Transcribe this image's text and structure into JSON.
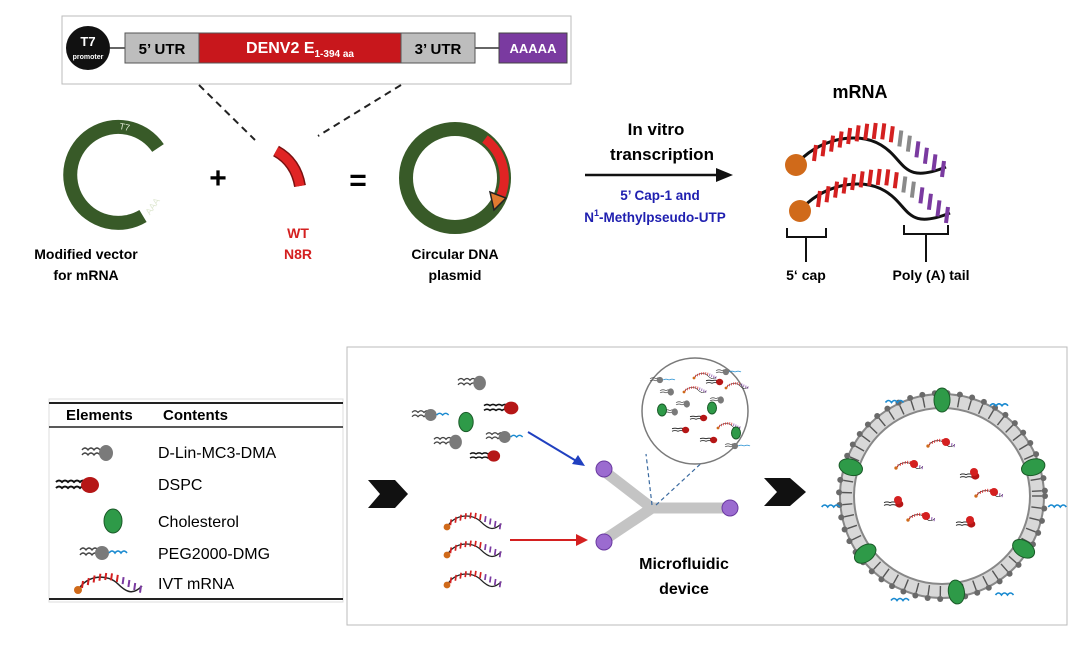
{
  "construct": {
    "promoter_top": "T7",
    "promoter_bottom": "promoter",
    "utr5": "5’ UTR",
    "gene_main": "DENV2 E",
    "gene_sub": "1-394 aa",
    "utr3": "3’ UTR",
    "polya": "AAAAA"
  },
  "vector": {
    "arc_top_label": "T7",
    "arc_side_label": "AAA",
    "caption_line1": "Modified vector",
    "caption_line2": "for mRNA"
  },
  "operators": {
    "plus": "+",
    "equals": "="
  },
  "insert": {
    "line1": "WT",
    "line2": "N8R",
    "color": "#d42020"
  },
  "plasmid": {
    "caption_line1": "Circular DNA",
    "caption_line2": "plasmid"
  },
  "ivt": {
    "line1": "In vitro",
    "line2": "transcription",
    "sub1": "5’ Cap-1 and",
    "sub2_prefix": "N",
    "sub2_sup": "1",
    "sub2_rest": "-Methylpseudo-UTP",
    "sub_color": "#2020b0"
  },
  "mrna": {
    "title": "mRNA",
    "cap_label": "5‘ cap",
    "tail_label": "Poly (A) tail"
  },
  "legend": {
    "header_col1": "Elements",
    "header_col2": "Contents",
    "items": [
      "D-Lin-MC3-DMA",
      "DSPC",
      "Cholesterol",
      "PEG2000-DMG",
      "IVT mRNA"
    ]
  },
  "device": {
    "label_line1": "Microfluidic",
    "label_line2": "device"
  },
  "colors": {
    "green": "#385a28",
    "red": "#d42020",
    "dark_red": "#b51616",
    "purple": "#7a3aa0",
    "orange": "#d06a1a",
    "gray": "#8a8a8a",
    "blue": "#2040c0"
  }
}
